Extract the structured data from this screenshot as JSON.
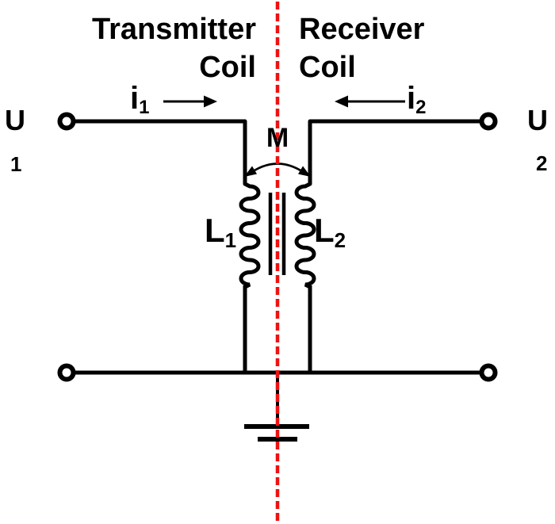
{
  "diagram": {
    "titles": {
      "left": {
        "line1": "Transmitter",
        "line2": "Coil"
      },
      "right": {
        "line1": "Receiver",
        "line2": "Coil"
      }
    },
    "labels": {
      "current_left": {
        "base": "i",
        "sub": "1"
      },
      "current_right": {
        "base": "i",
        "sub": "2"
      },
      "voltage_left": {
        "base": "U",
        "sub": "1"
      },
      "voltage_right": {
        "base": "U",
        "sub": "2"
      },
      "inductor_left": {
        "base": "L",
        "sub": "1"
      },
      "inductor_right": {
        "base": "L",
        "sub": "2"
      },
      "mutual_inductance": "M"
    },
    "colors": {
      "wire": "#000000",
      "text": "#000000",
      "symmetry_line": "#ee1111",
      "background": "#ffffff"
    },
    "icons": {
      "terminal": "open-circle-terminal-icon",
      "ground": "ground-bars-icon",
      "current_direction": "straight-arrow-icon",
      "mutual_coupling": "curved-double-headed-arrow-icon",
      "symmetry": "vertical-red-dashed-line"
    }
  }
}
